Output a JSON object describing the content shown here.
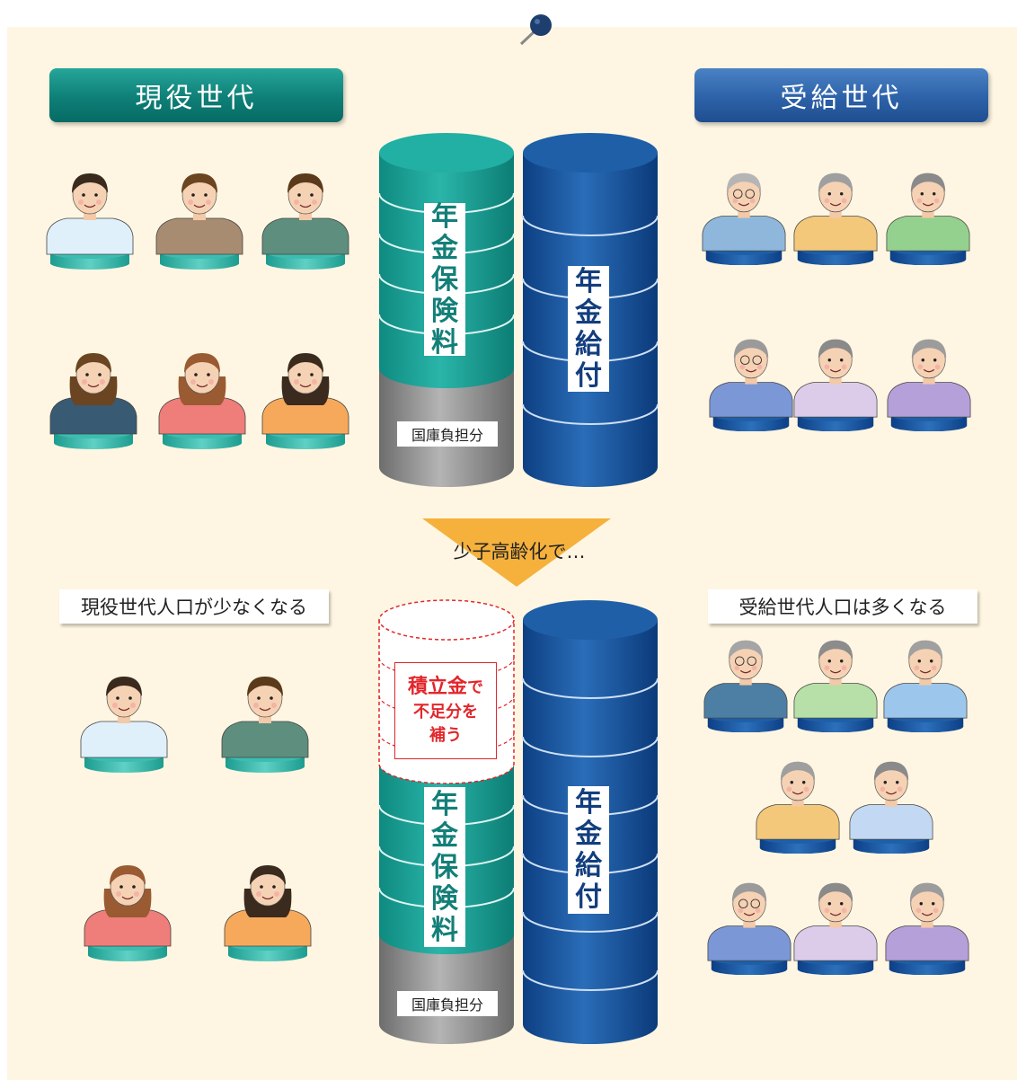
{
  "headers": {
    "current": "現役世代",
    "receiving": "受給世代"
  },
  "top": {
    "premium_chars": [
      "年",
      "金",
      "保",
      "険",
      "料"
    ],
    "benefit_chars": [
      "年",
      "金",
      "給",
      "付"
    ],
    "subsidy_label": "国庫負担分"
  },
  "arrow_label": "少子高齢化で…",
  "bottom": {
    "current_caption": "現役世代人口が少なくなる",
    "receiving_caption": "受給世代人口は多くなる",
    "reserve": {
      "highlight": "積立金",
      "rest1": "で",
      "line2": "不足分を",
      "line3": "補う"
    },
    "premium_chars": [
      "年",
      "金",
      "保",
      "険",
      "料"
    ],
    "benefit_chars": [
      "年",
      "金",
      "給",
      "付"
    ],
    "subsidy_label": "国庫負担分"
  },
  "colors": {
    "teal": "#1aa89c",
    "navy": "#14559f",
    "gray": "#8c8c8c",
    "panel": "#fef6e2",
    "reserve_red": "#e2262b"
  }
}
